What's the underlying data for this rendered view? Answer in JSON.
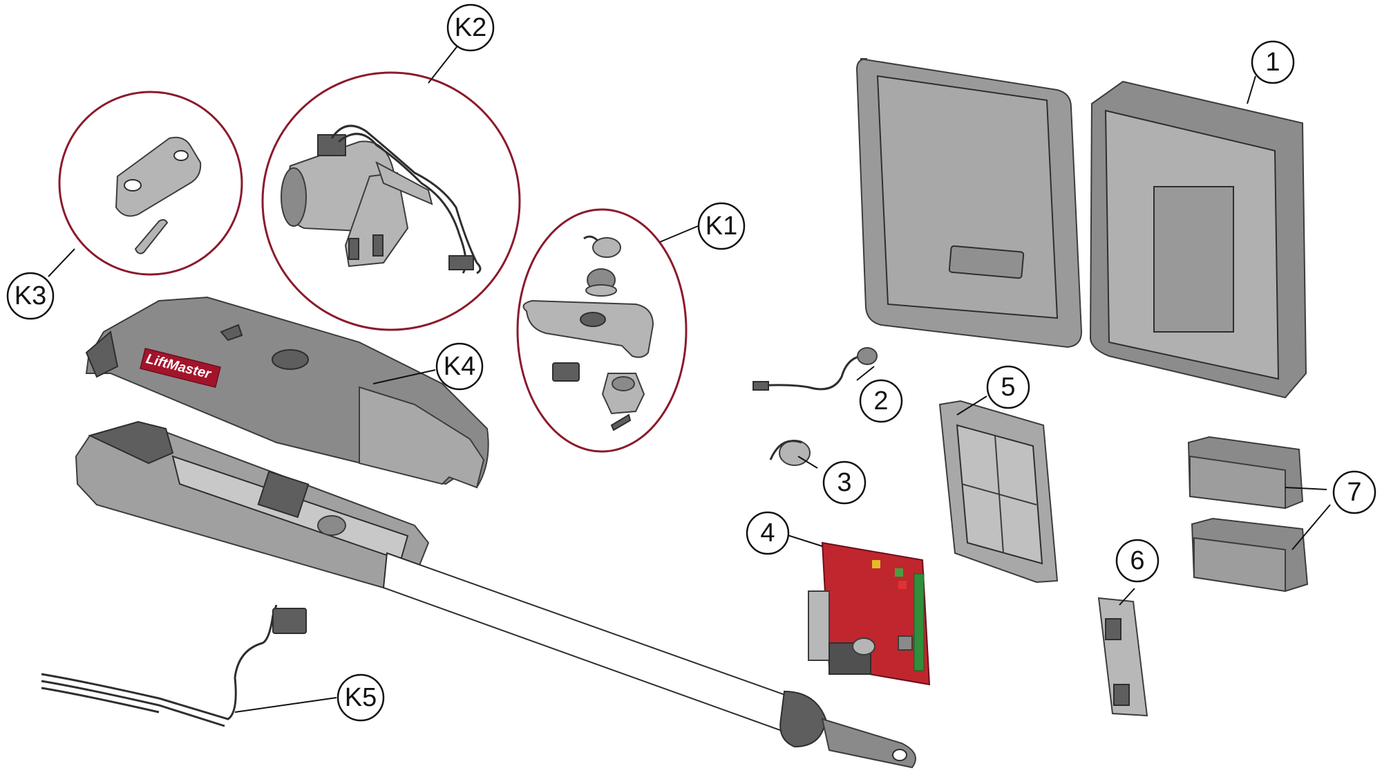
{
  "brand": {
    "logo_text": "LiftMaster",
    "logo_color": "#a3142b"
  },
  "colors": {
    "detail_ring": "#8b1a2b",
    "board_red": "#c0262d",
    "part_grey": "#8a8a8a"
  },
  "callouts": {
    "k1": "K1",
    "k2": "K2",
    "k3": "K3",
    "k4": "K4",
    "k5": "K5",
    "p1": "1",
    "p2": "2",
    "p3": "3",
    "p4": "4",
    "p5": "5",
    "p6": "6",
    "p7": "7"
  }
}
